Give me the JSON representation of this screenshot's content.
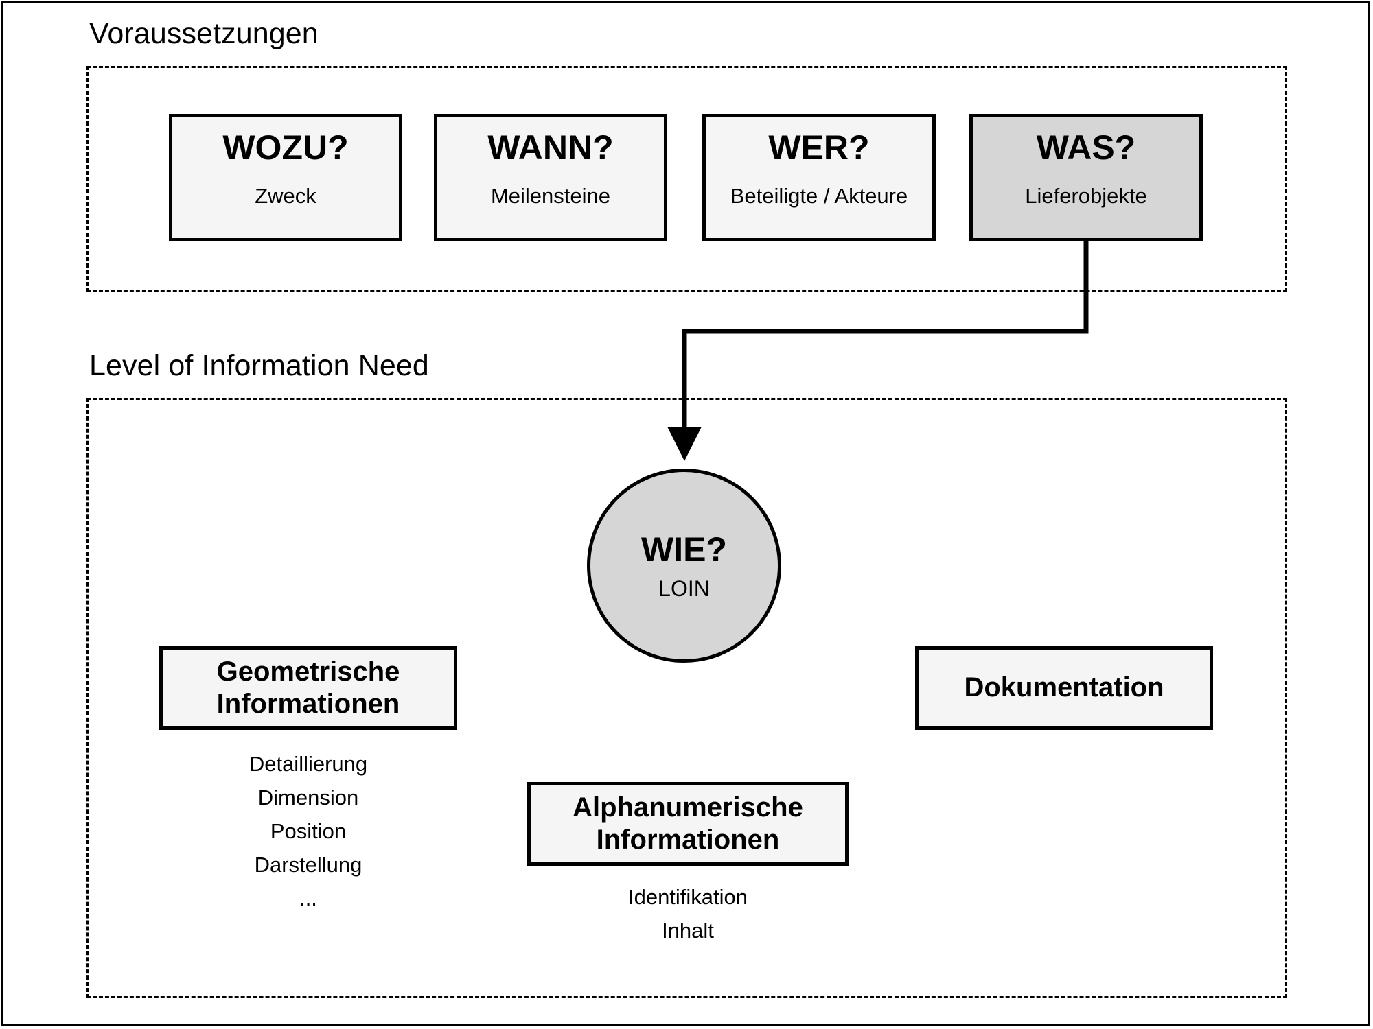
{
  "groups": {
    "prerequisites": {
      "title": "Voraussetzungen",
      "boxes": [
        {
          "title": "WOZU?",
          "subtitle": "Zweck",
          "highlighted": false
        },
        {
          "title": "WANN?",
          "subtitle": "Meilensteine",
          "highlighted": false
        },
        {
          "title": "WER?",
          "subtitle": "Beteiligte / Akteure",
          "highlighted": false
        },
        {
          "title": "WAS?",
          "subtitle": "Lieferobjekte",
          "highlighted": true
        }
      ]
    },
    "loin": {
      "title": "Level of Information Need",
      "circle": {
        "title": "WIE?",
        "subtitle": "LOIN"
      },
      "categories": [
        {
          "title": "Geometrische Informationen",
          "attributes": [
            "Detaillierung",
            "Dimension",
            "Position",
            "Darstellung",
            "..."
          ]
        },
        {
          "title": "Alphanumerische Informationen",
          "attributes": [
            "Identifikation",
            "Inhalt"
          ]
        },
        {
          "title": "Dokumentation",
          "attributes": []
        }
      ]
    }
  },
  "connector": {
    "from": "WAS?",
    "to": "WIE?",
    "style": "elbow-arrow"
  },
  "colors": {
    "box_fill": "#f5f5f5",
    "highlight_fill": "#d6d6d6",
    "stroke": "#000000",
    "background": "#ffffff"
  }
}
